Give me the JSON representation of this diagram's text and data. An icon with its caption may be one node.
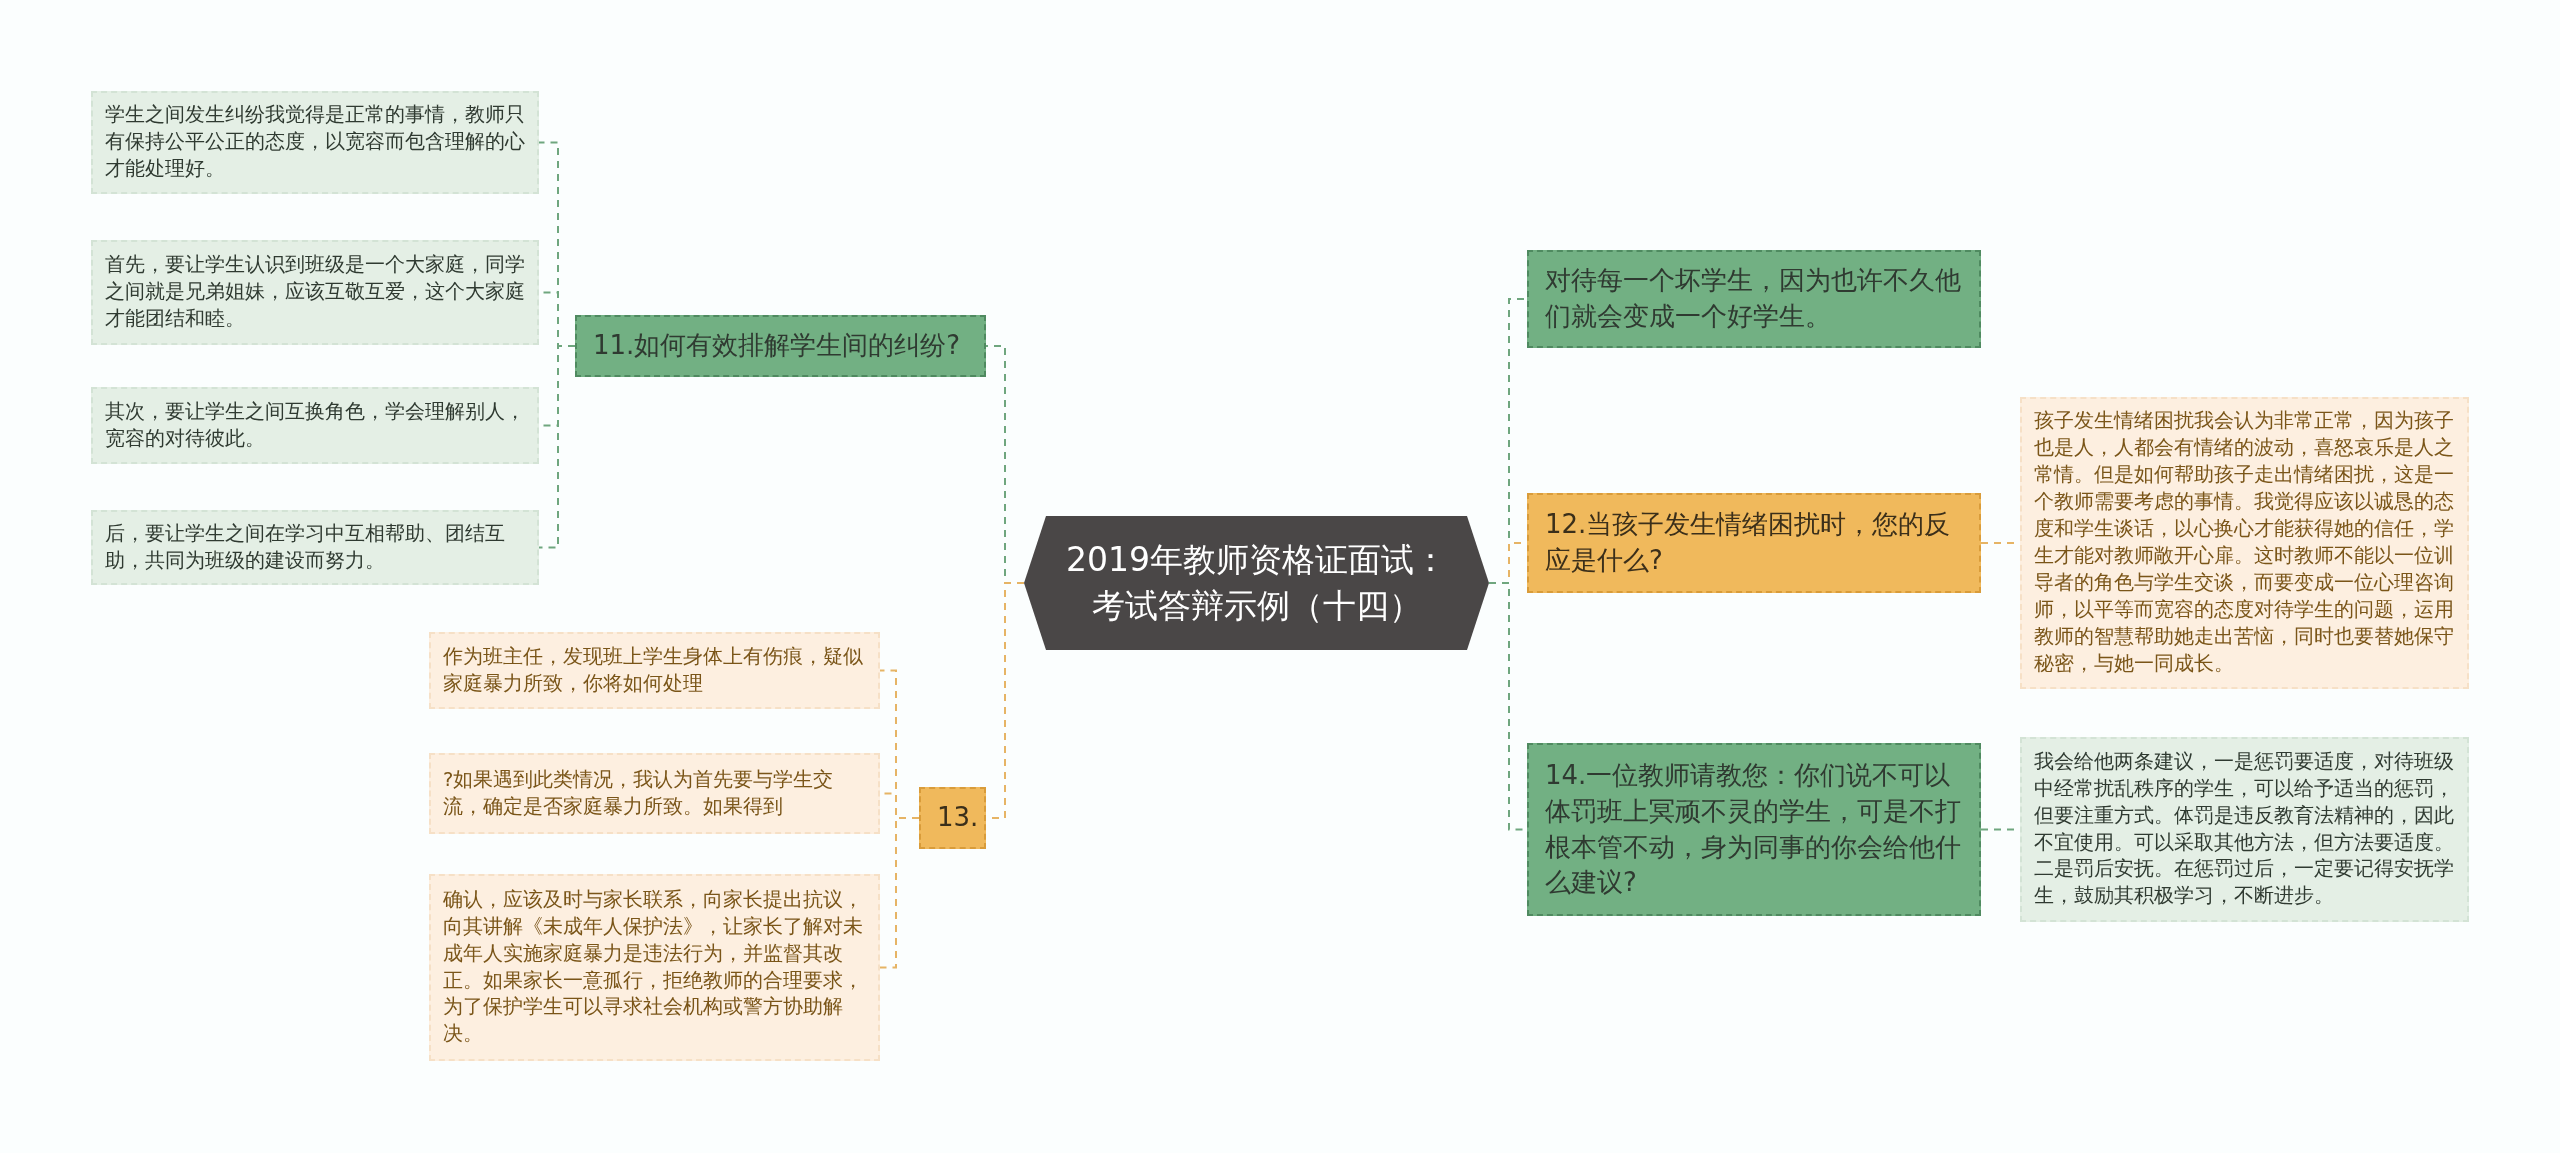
{
  "diagram": {
    "nodes": [
      {
        "text": [
          "2019年教师资格证面试：考试答辩示例（十四）"
        ]
      },
      {
        "text": [
          "11.如何有效排解学生间的纠纷?"
        ]
      },
      {
        "text": [
          "学生之间发生纠纷我觉得是正常的事情，教师只有保持公平公正的态度，以宽容而包含理解的心才能处理好。"
        ]
      },
      {
        "text": [
          "首先，要让学生认识到班级是一个大家庭，同学之间就是兄弟姐妹，应该互敬互爱，这个大家庭才能团结和睦。"
        ]
      },
      {
        "text": [
          "其次，要让学生之间互换角色，学会理解别人，宽容的对待彼此。"
        ]
      },
      {
        "text": [
          "后，要让学生之间在学习中互相帮助、团结互助，共同为班级的建设而努力。"
        ]
      },
      {
        "text": [
          "13."
        ]
      },
      {
        "text": [
          "作为班主任，发现班上学生身体上有伤痕，疑似家庭暴力所致，你将如何处理"
        ]
      },
      {
        "text": [
          "?如果遇到此类情况，我认为首先要与学生交流，确定是否家庭暴力所致。如果得到"
        ]
      },
      {
        "text": [
          "确认，应该及时与家长联系，向家长提出抗议，向其讲解《未成年人保护法》，让家长了解对未成年人实施家庭暴力是违法行为，并监督其改正。如果家长一意孤行，拒绝教师的合理要求，为了保护学生可以寻求社会机构或警方协助解决。"
        ]
      },
      {
        "text": [
          "对待每一个坏学生，因为也许不久他们就会变成一个好学生。"
        ]
      },
      {
        "text": [
          "12.当孩子发生情绪困扰时，您的反应是什么?"
        ]
      },
      {
        "text": [
          "孩子发生情绪困扰我会认为非常正常，因为孩子也是人，人都会有情绪的波动，喜怒哀乐是人之常情。但是如何帮助孩子走出情绪困扰，这是一个教师需要考虑的事情。我觉得应该以诚恳的态度和学生谈话，以心换心才能获得她的信任，学生才能对教师敞开心扉。这时教师不能以一位训导者的角色与学生交谈，而要变成一位心理咨询师，以平等而宽容的态度对待学生的问题，运用教师的智慧帮助她走出苦恼，同时也要替她保守秘密，与她一同成长。"
        ]
      },
      {
        "text": [
          "14.一位教师请教您：你们说不可以体罚班上冥顽不灵的学生，可是不打根本管不动，身为同事的你会给他什么建议?"
        ]
      },
      {
        "text": [
          "我会给他两条建议，一是惩罚要适度，对待班级中经常扰乱秩序的学生，可以给予适当的惩罚，但要注重方式。体罚是违反教育法精神的，因此不宜使用。可以采取其他方法，但方法要适度。二是罚后安抚。在惩罚过后，一定要记得安抚学生，鼓励其积极学习，不断进步。"
        ]
      }
    ],
    "edges": [
      {
        "from": 0,
        "to": 1,
        "arrow": "none",
        "style": "dashed"
      },
      {
        "from": 1,
        "to": 2,
        "arrow": "none",
        "style": "dashed"
      },
      {
        "from": 1,
        "to": 3,
        "arrow": "none",
        "style": "dashed"
      },
      {
        "from": 1,
        "to": 4,
        "arrow": "none",
        "style": "dashed"
      },
      {
        "from": 1,
        "to": 5,
        "arrow": "none",
        "style": "dashed"
      },
      {
        "from": 0,
        "to": 6,
        "arrow": "none",
        "style": "dashed",
        "color": "#e6b465"
      },
      {
        "from": 6,
        "to": 7,
        "arrow": "none",
        "style": "dashed",
        "color": "#e6b465"
      },
      {
        "from": 6,
        "to": 8,
        "arrow": "none",
        "style": "dashed",
        "color": "#e6b465"
      },
      {
        "from": 6,
        "to": 9,
        "arrow": "none",
        "style": "dashed",
        "color": "#e6b465"
      },
      {
        "from": 0,
        "to": 10,
        "arrow": "none",
        "style": "dashed"
      },
      {
        "from": 0,
        "to": 11,
        "arrow": "none",
        "style": "dashed",
        "color": "#e6b465"
      },
      {
        "from": 11,
        "to": 12,
        "arrow": "none",
        "style": "dashed",
        "color": "#e6b465"
      },
      {
        "from": 0,
        "to": 13,
        "arrow": "none",
        "style": "dashed"
      },
      {
        "from": 13,
        "to": 14,
        "arrow": "none",
        "style": "dashed"
      }
    ]
  }
}
